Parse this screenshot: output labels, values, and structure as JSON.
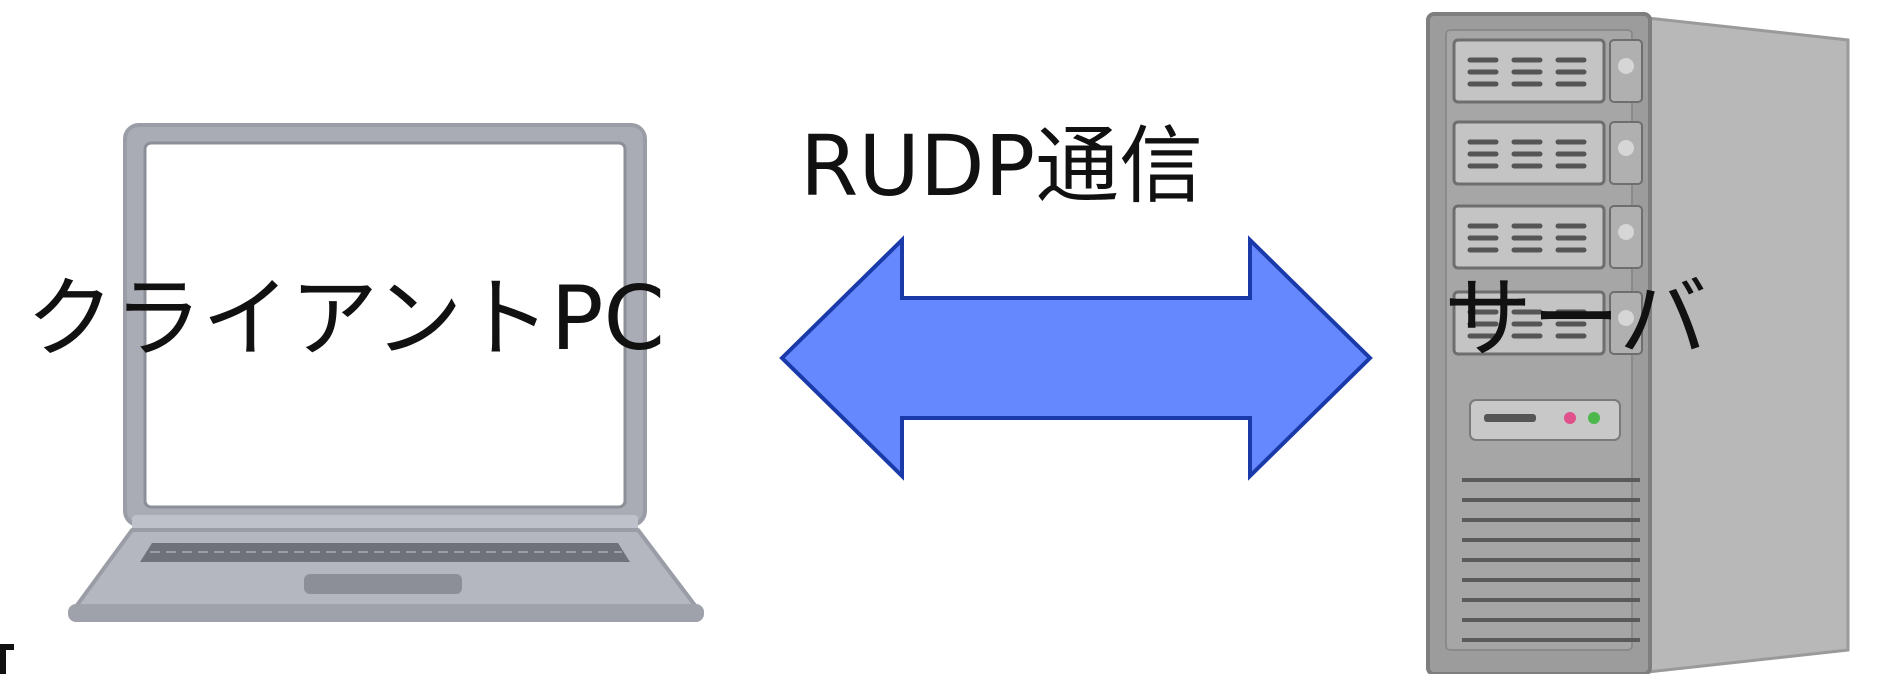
{
  "labels": {
    "client": "クライアントPC",
    "communication": "RUDP通信",
    "server": "サーバ"
  },
  "nodes": [
    {
      "id": "client",
      "icon": "laptop-icon"
    },
    {
      "id": "server",
      "icon": "tower-server-icon"
    }
  ],
  "edges": [
    {
      "from": "client",
      "to": "server",
      "direction": "bidirectional",
      "label_key": "communication"
    }
  ],
  "colors": {
    "arrow_fill": "#6688FF",
    "arrow_stroke": "#1A3AAA",
    "laptop_body": "#A9ACB5",
    "laptop_frame_dark": "#8C8F98",
    "server_body": "#9C9C9C",
    "server_side": "#B5B5B5",
    "server_dark": "#555555",
    "led_pink": "#E0508A",
    "led_green": "#4CB84C",
    "text": "#111111"
  }
}
